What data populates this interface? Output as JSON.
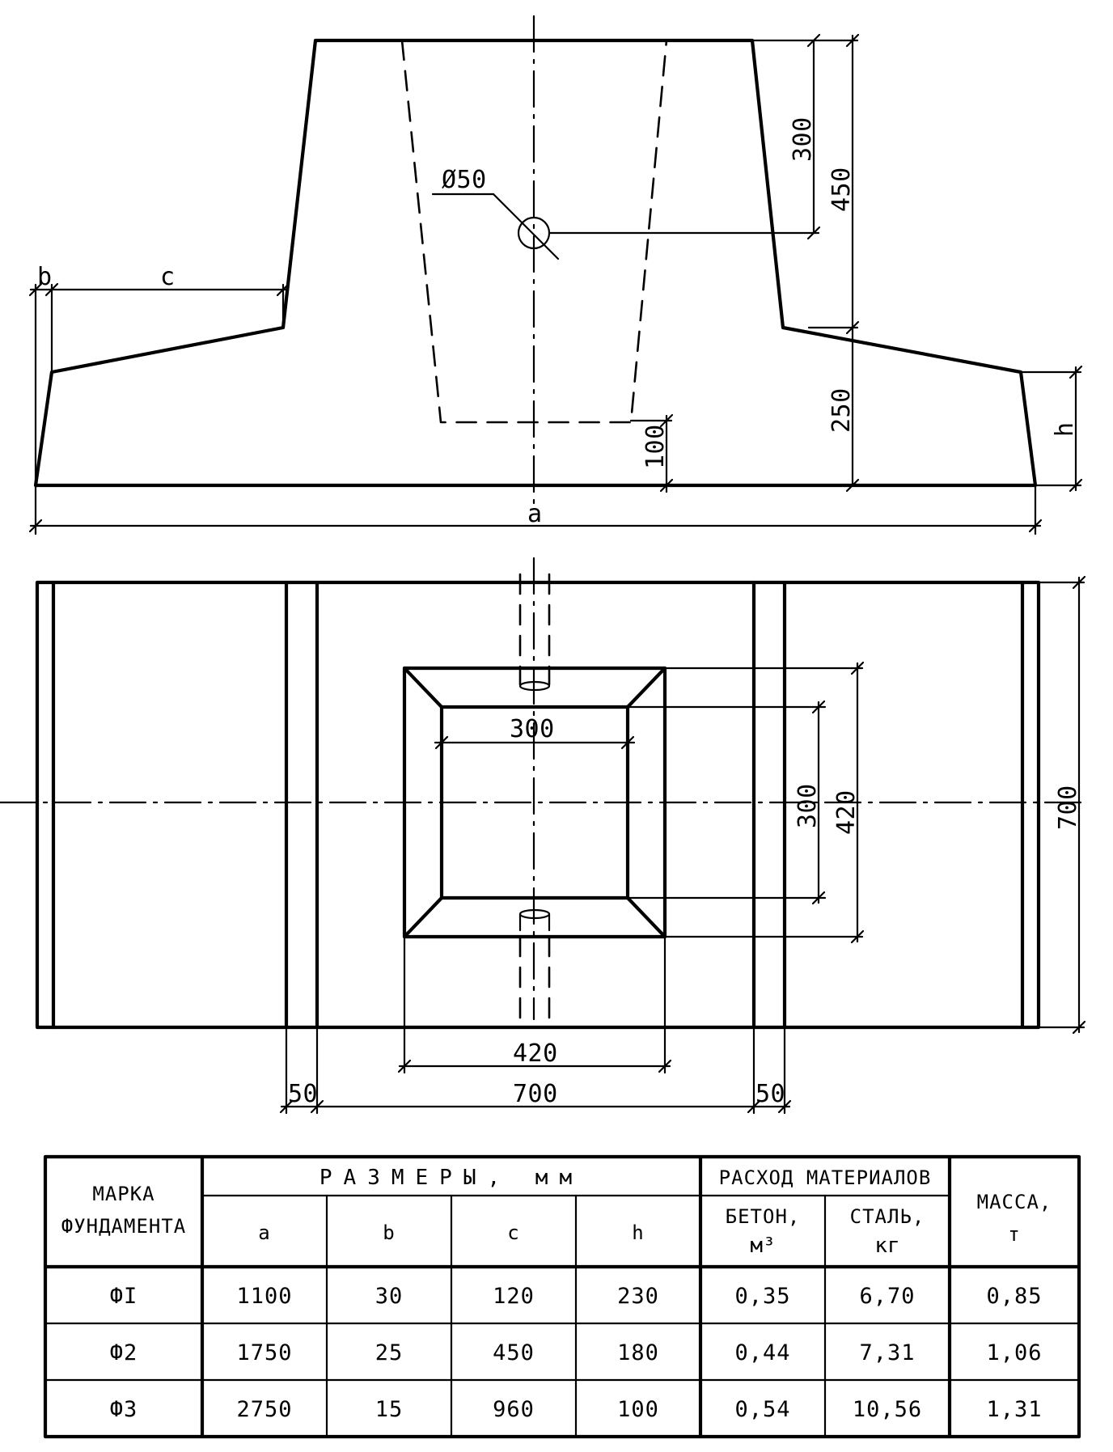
{
  "elevation": {
    "dim_b": "b",
    "dim_c": "c",
    "dim_a": "a",
    "dim_h": "h",
    "hole_dia": "Ø50",
    "dim_300": "300",
    "dim_450": "450",
    "dim_250": "250",
    "dim_100": "100"
  },
  "plan": {
    "dim_top_300": "300",
    "dim_right_300": "300",
    "dim_right_420": "420",
    "dim_700_right": "700",
    "dim_bottom_420": "420",
    "dim_bottom_700": "700",
    "dim_50_left": "50",
    "dim_50_right": "50"
  },
  "table": {
    "col_mark": [
      "МАРКА",
      "ФУНДАМЕНТА"
    ],
    "group_sizes": "РАЗМЕРЫ, мм",
    "group_materials": "РАСХОД МАТЕРИАЛОВ",
    "col_mass": [
      "МАССА,",
      "т"
    ],
    "col_a": "a",
    "col_b": "b",
    "col_c": "c",
    "col_h": "h",
    "col_concrete": [
      "БЕТОН,",
      "м³"
    ],
    "col_steel": [
      "СТАЛЬ,",
      "кг"
    ],
    "rows": [
      {
        "mark": "ФI",
        "a": "1100",
        "b": "30",
        "c": "120",
        "h": "230",
        "concrete": "0,35",
        "steel": "6,70",
        "mass": "0,85"
      },
      {
        "mark": "Ф2",
        "a": "1750",
        "b": "25",
        "c": "450",
        "h": "180",
        "concrete": "0,44",
        "steel": "7,31",
        "mass": "1,06"
      },
      {
        "mark": "Ф3",
        "a": "2750",
        "b": "15",
        "c": "960",
        "h": "100",
        "concrete": "0,54",
        "steel": "10,56",
        "mass": "1,31"
      }
    ]
  }
}
